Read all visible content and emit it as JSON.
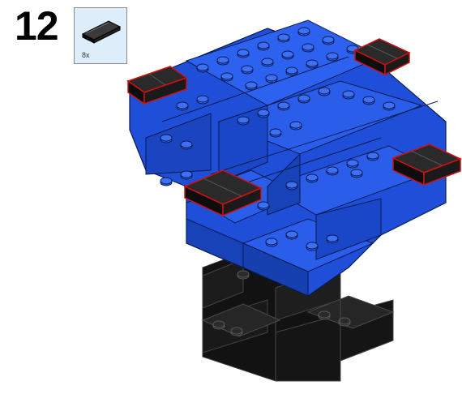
{
  "step": {
    "number": "12"
  },
  "parts_callout": {
    "quantity": "8x",
    "part_icon": "black-flat-tile-icon",
    "part_color": "#1a1a1a"
  },
  "model": {
    "description_icon": "lego-model-assembly",
    "colors": {
      "blue": "#1f4fd8",
      "black": "#151515",
      "new_part_outline": "#d01010"
    }
  }
}
